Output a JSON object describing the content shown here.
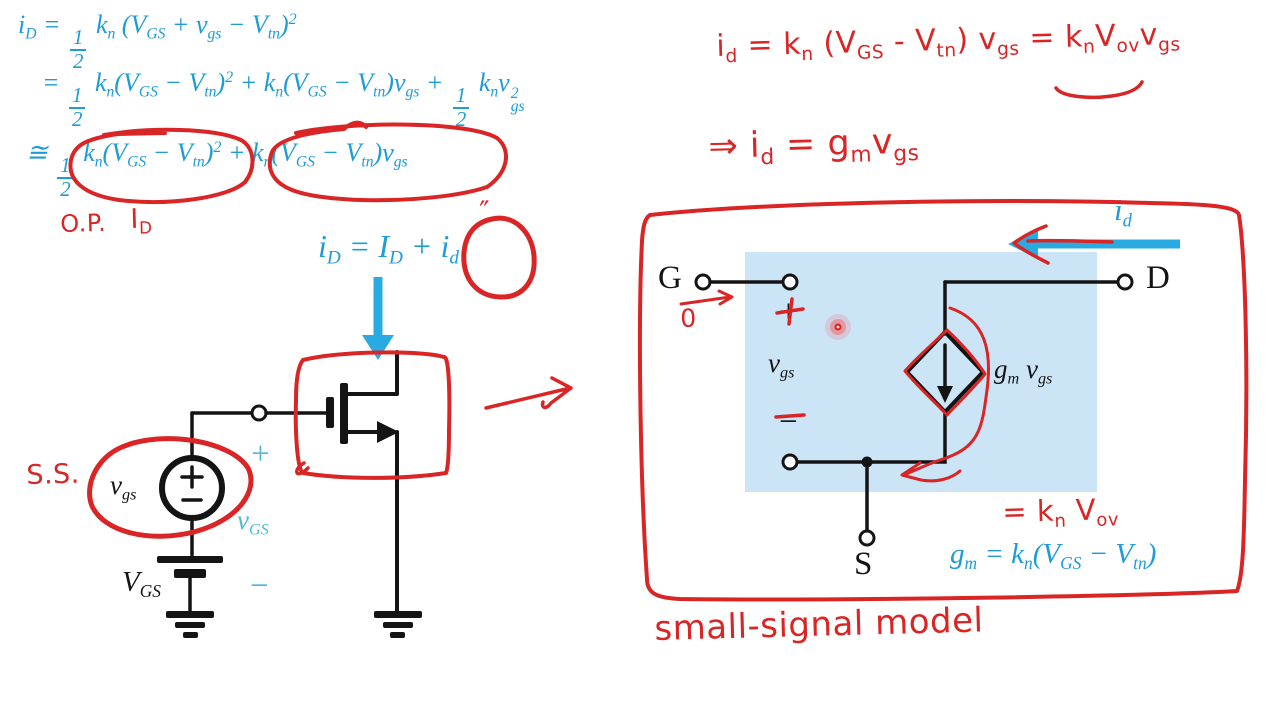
{
  "colors": {
    "handwriting_red": "#d92525",
    "typed_math_blue": "#1d9cd6",
    "circuit_label_cyan": "#4fb8da",
    "arrow_blue": "#29abe2",
    "ink_black": "#141414",
    "model_box_blue": "#cbe5f7"
  },
  "equations": {
    "line1": "i[D] = {f:1:2} k[n] (V[GS] + v[gs] − V[tn])^2^",
    "line2": "= {f:1:2} k[n](V[GS] − V[tn])^2^ + k[n](V[GS] − V[tn])v[gs] + {f:1:2} k[n]v{ss:2:gs}",
    "line3": "≅ {f:1:2} k[n](V[GS] − V[tn])^2^ + k[n](V[GS] − V[tn])v[gs]",
    "split": "i[D] = I[D] + i[d]",
    "ditto": "″"
  },
  "handwritten": {
    "op_note": "O.P.",
    "op_current": "I[D]",
    "id_eq": "i[d] = k[n] (V[GS] - V[tn]) v[gs] = k[n]V[ov]v[gs]",
    "gm_eq": "⇒ i[d] = g[m]v[gs]",
    "ss_label": "S.S.",
    "zero": "0",
    "knvov": "= k[n] V[ov]",
    "caption": "small-signal model"
  },
  "left_circuit": {
    "source_label": "v[gs]",
    "battery_label": "V[GS]",
    "plus": "+",
    "minus": "−",
    "total_vgs": "v[GS]"
  },
  "model": {
    "gate": "G",
    "drain": "D",
    "source": "S",
    "vgs": "v[gs]",
    "dep_source": "g[m] v[gs]",
    "plus": "+",
    "minus": "−",
    "id": "i[d]",
    "gm_formula": "g[m] = k[n](V[GS] − V[tn])"
  }
}
